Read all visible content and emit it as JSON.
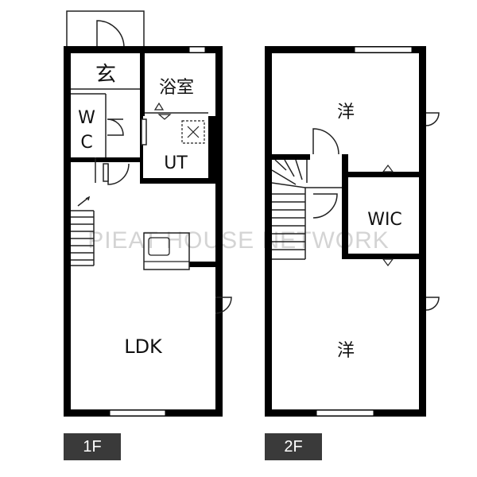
{
  "watermark": "PIEAT HOUSE NETWORK",
  "floor1": {
    "tag": "1F",
    "rooms": {
      "entrance": "玄",
      "bath": "浴室",
      "wc_top": "W",
      "wc_bottom": "C",
      "utility": "UT",
      "ldk": "LDK"
    }
  },
  "floor2": {
    "tag": "2F",
    "rooms": {
      "western_top": "洋",
      "wic": "WIC",
      "western_bottom": "洋"
    }
  }
}
